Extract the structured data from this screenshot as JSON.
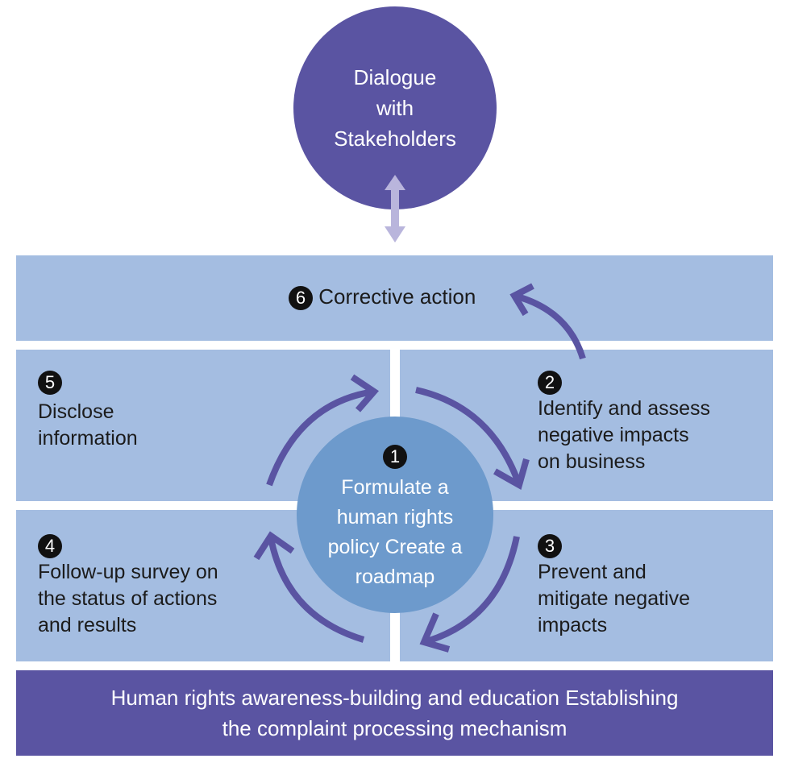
{
  "colors": {
    "purple": "#5a54a2",
    "panel_blue": "#a4bde1",
    "center_blue": "#6d9acc",
    "arrow_light": "#b9b5dc",
    "badge": "#111111"
  },
  "top_circle": {
    "lines": [
      "Dialogue",
      "with",
      "Stakeholders"
    ]
  },
  "connector": {
    "icon": "double-arrow-vertical-icon"
  },
  "steps": {
    "step6": {
      "number": "6",
      "label": "Corrective action"
    },
    "step5": {
      "number": "5",
      "lines": [
        "Disclose",
        "information"
      ]
    },
    "step2": {
      "number": "2",
      "lines": [
        "Identify and assess",
        "negative impacts",
        "on business"
      ]
    },
    "step4": {
      "number": "4",
      "lines": [
        "Follow-up survey on",
        "the status of actions",
        "and results"
      ]
    },
    "step3": {
      "number": "3",
      "lines": [
        "Prevent and",
        "mitigate negative",
        "impacts"
      ]
    },
    "step1": {
      "number": "1",
      "lines": [
        "Formulate a",
        "human rights",
        "policy Create a",
        "roadmap"
      ]
    }
  },
  "bottom_band": {
    "lines": [
      "Human rights awareness-building and education Establishing",
      "the complaint processing mechanism"
    ]
  },
  "arrows": [
    "cycle-arrow-1-to-2",
    "cycle-arrow-2-to-3",
    "cycle-arrow-3-to-4",
    "cycle-arrow-4-to-5",
    "arrow-2-to-6"
  ]
}
